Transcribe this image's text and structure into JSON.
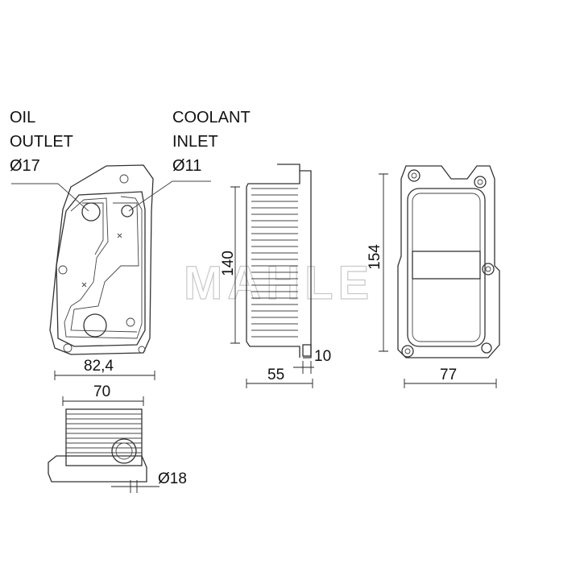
{
  "watermark": "MAHLE",
  "callouts": {
    "oil_outlet": {
      "line1": "OIL",
      "line2": "OUTLET",
      "line3": "Ø17"
    },
    "coolant_inlet": {
      "line1": "COOLANT",
      "line2": "INLET",
      "line3": "Ø11"
    }
  },
  "dimensions": {
    "front_width": "82,4",
    "top_width": "70",
    "port_diameter": "Ø18",
    "side_height": "140",
    "side_depth": "55",
    "side_flange": "10",
    "rear_height": "154",
    "rear_width": "77"
  }
}
